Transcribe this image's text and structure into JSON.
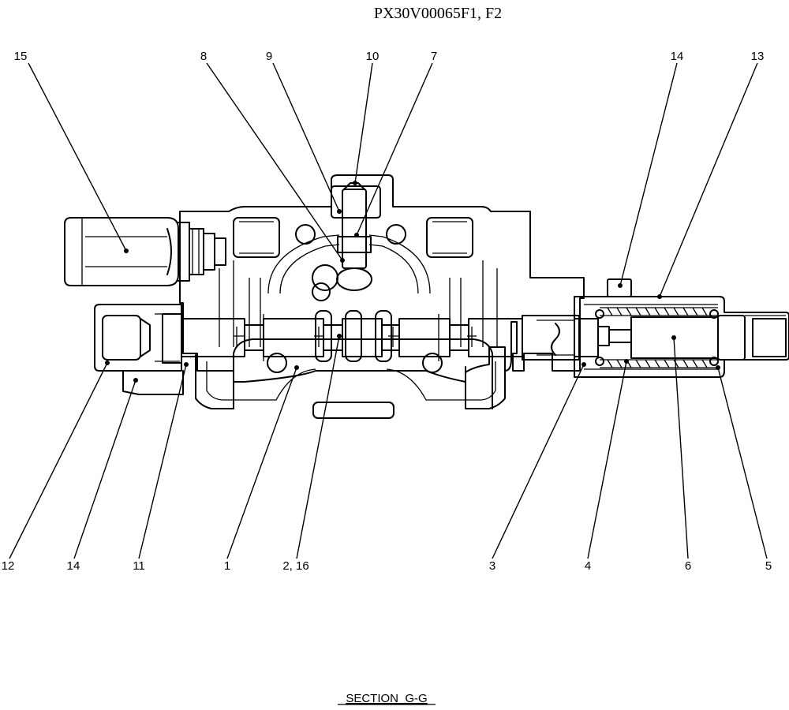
{
  "drawing_id": "PX30V00065F1, F2",
  "section_label": "SECTION  G-G",
  "callouts": {
    "c1": "1",
    "c2_16": "2, 16",
    "c3": "3",
    "c4": "4",
    "c5": "5",
    "c6": "6",
    "c7": "7",
    "c8": "8",
    "c9": "9",
    "c10": "10",
    "c11": "11",
    "c12": "12",
    "c13": "13",
    "c14_top": "14",
    "c14_bottom": "14",
    "c15": "15"
  }
}
